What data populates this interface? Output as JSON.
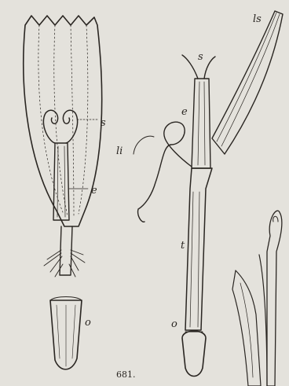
{
  "figure": {
    "caption": "681.",
    "labels": {
      "s_left": "s",
      "e_left": "e",
      "o_left": "o",
      "ls": "ls",
      "s_right": "s",
      "e_right": "e",
      "li": "li",
      "t": "t",
      "o_right": "o"
    }
  },
  "colors": {
    "paper": "#e4e2dc",
    "ink": "#2a2622",
    "shade": "#6b665e"
  }
}
